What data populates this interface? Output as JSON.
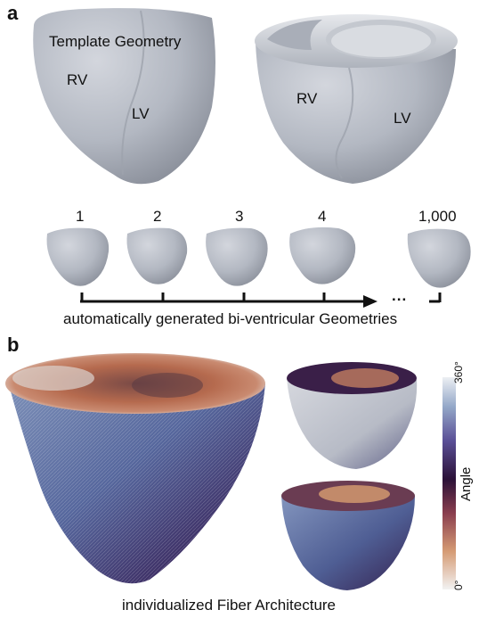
{
  "panel_a": {
    "label": "a",
    "template_title": "Template Geometry",
    "template_labels": {
      "rv": "RV",
      "lv": "LV"
    },
    "cut_labels": {
      "rv": "RV",
      "lv": "LV"
    },
    "instances": [
      "1",
      "2",
      "3",
      "4",
      "1,000"
    ],
    "ellipsis": "...",
    "caption": "automatically generated bi-ventricular Geometries"
  },
  "panel_b": {
    "label": "b",
    "caption": "individualized Fiber Architecture",
    "colorbar": {
      "title": "Angle",
      "max_label": "360°",
      "min_label": "0°"
    }
  },
  "colors": {
    "mesh": "#b9bdc6",
    "mesh_dark": "#8e939e",
    "fiber_blue": "#5a6a9e",
    "fiber_purple": "#3a2456",
    "fiber_orange": "#c46a4a"
  }
}
